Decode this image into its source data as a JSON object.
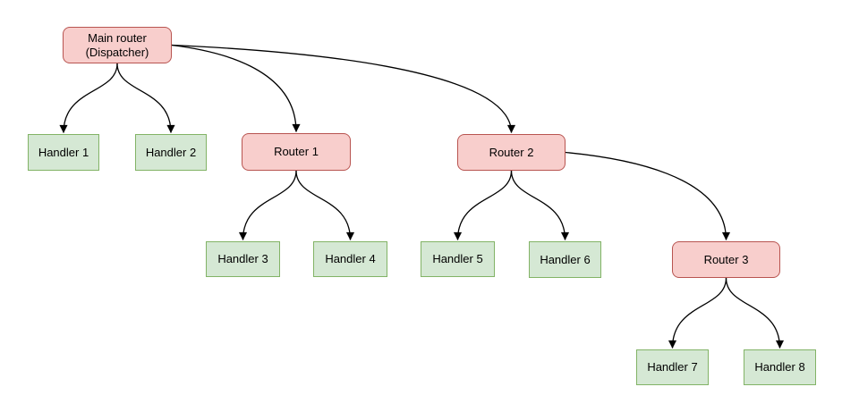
{
  "diagram": {
    "background": "#ffffff",
    "colors": {
      "router_fill": "#f8cecc",
      "router_stroke": "#b85450",
      "handler_fill": "#d5e8d4",
      "handler_stroke": "#82b366",
      "edge": "#000000",
      "text": "#000000"
    },
    "nodes": [
      {
        "id": "main",
        "type": "router",
        "label": "Main router\n(Dispatcher)"
      },
      {
        "id": "h1",
        "type": "handler",
        "label": "Handler 1"
      },
      {
        "id": "h2",
        "type": "handler",
        "label": "Handler 2"
      },
      {
        "id": "r1",
        "type": "router",
        "label": "Router 1"
      },
      {
        "id": "r2",
        "type": "router",
        "label": "Router 2"
      },
      {
        "id": "h3",
        "type": "handler",
        "label": "Handler 3"
      },
      {
        "id": "h4",
        "type": "handler",
        "label": "Handler 4"
      },
      {
        "id": "h5",
        "type": "handler",
        "label": "Handler 5"
      },
      {
        "id": "h6",
        "type": "handler",
        "label": "Handler 6"
      },
      {
        "id": "r3",
        "type": "router",
        "label": "Router 3"
      },
      {
        "id": "h7",
        "type": "handler",
        "label": "Handler 7"
      },
      {
        "id": "h8",
        "type": "handler",
        "label": "Handler 8"
      }
    ],
    "edges": [
      {
        "from": "main",
        "to": "h1"
      },
      {
        "from": "main",
        "to": "h2"
      },
      {
        "from": "main",
        "to": "r1"
      },
      {
        "from": "main",
        "to": "r2"
      },
      {
        "from": "r1",
        "to": "h3"
      },
      {
        "from": "r1",
        "to": "h4"
      },
      {
        "from": "r2",
        "to": "h5"
      },
      {
        "from": "r2",
        "to": "h6"
      },
      {
        "from": "r2",
        "to": "r3"
      },
      {
        "from": "r3",
        "to": "h7"
      },
      {
        "from": "r3",
        "to": "h8"
      }
    ]
  }
}
